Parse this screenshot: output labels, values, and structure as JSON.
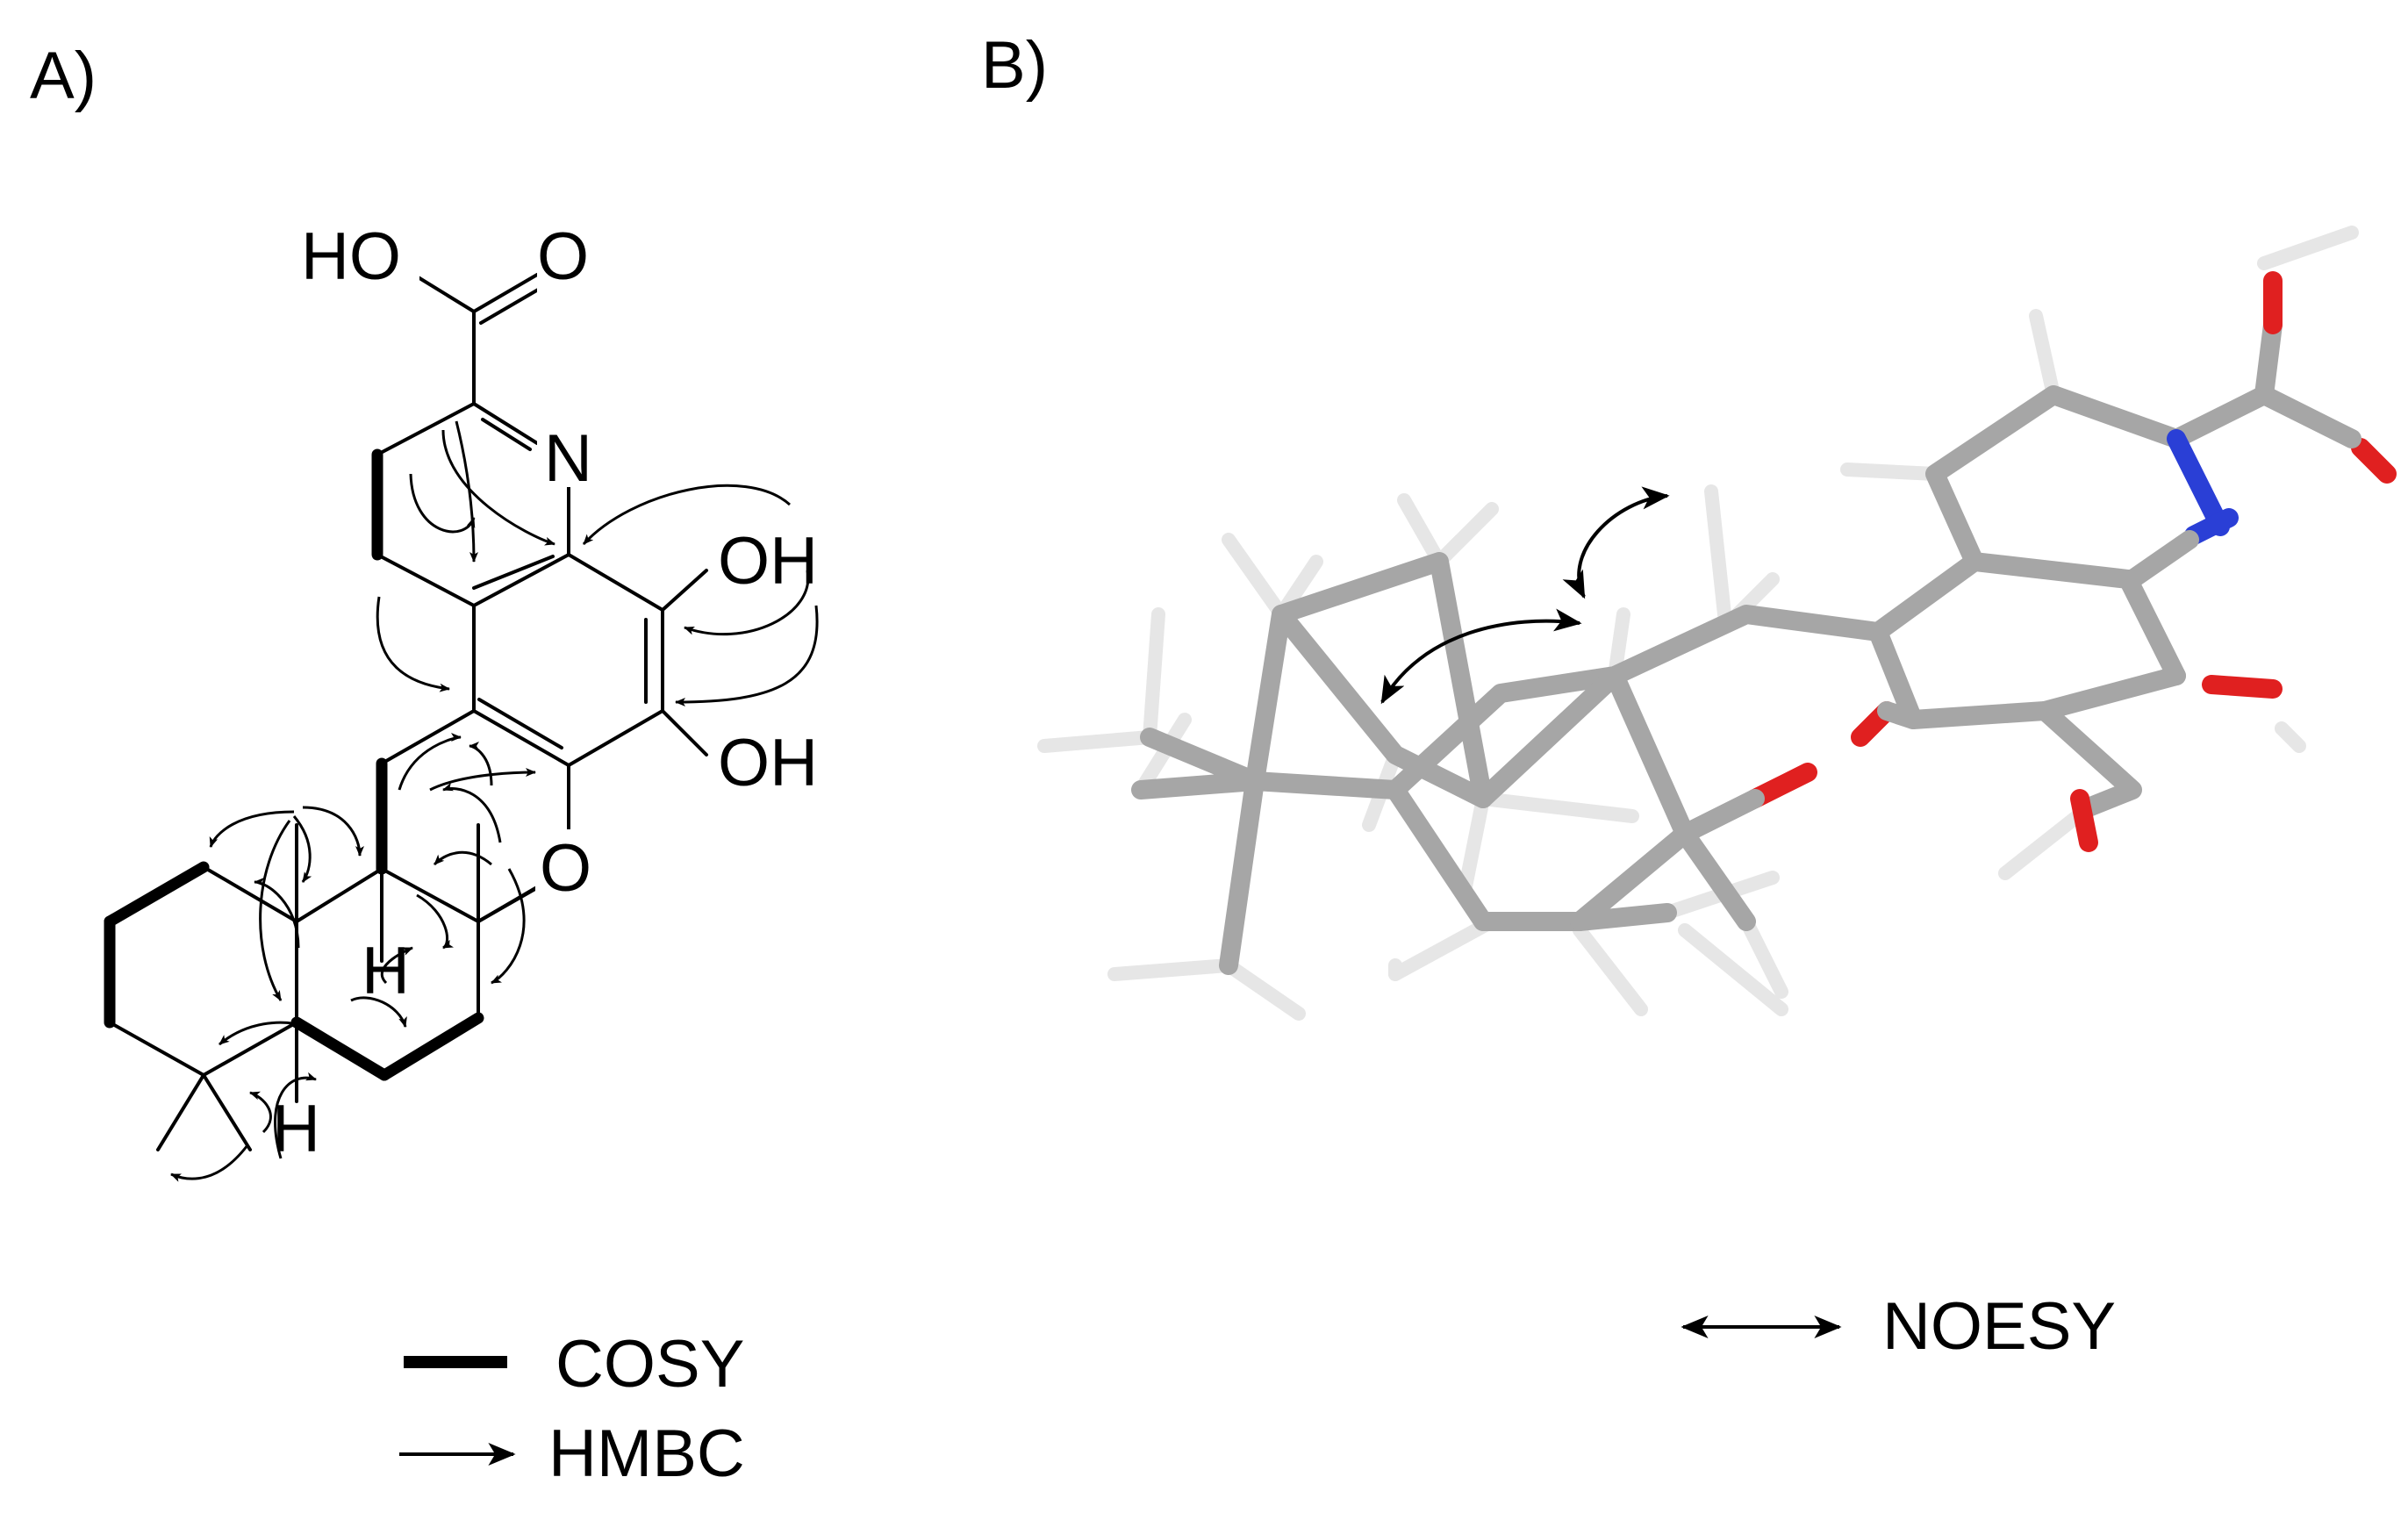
{
  "panel_a": {
    "label": "A)",
    "atoms": {
      "ho": "HO",
      "o_carbonyl": "O",
      "n": "N",
      "oh_top": "OH",
      "oh_bottom": "OH",
      "o_ring": "O",
      "h_upper": "H",
      "h_lower": "H"
    },
    "legend": {
      "cosy": "COSY",
      "hmbc": "HMBC"
    }
  },
  "panel_b": {
    "label": "B)",
    "legend": {
      "noesy": "NOESY"
    },
    "colors": {
      "carbon": "#a6a6a6",
      "hydrogen": "#e6e6e6",
      "oxygen": "#e02020",
      "nitrogen": "#2a3fd6"
    }
  }
}
